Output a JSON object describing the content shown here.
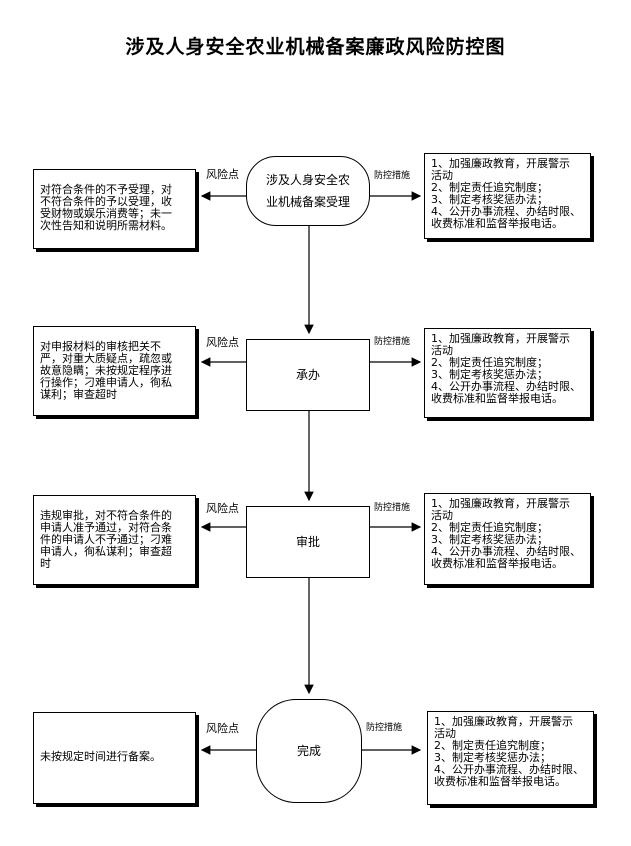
{
  "title": "涉及人身安全农业机械备案廉政风险防控图",
  "labels": {
    "risk_point": "风险点",
    "control_measure": "防控措施"
  },
  "steps": [
    {
      "name": "涉及人身安全农\n业机械备案受理",
      "risk": "对符合条件的不予受理，对\n不符合条件的予以受理，收\n受财物或娱乐消费等；未一\n次性告知和说明所需材料。",
      "measures": "1、加强廉政教育，开展警示\n活动\n2、制定责任追究制度；\n3、制定考核奖惩办法；\n4、公开办事流程、办结时限、\n收费标准和监督举报电话。"
    },
    {
      "name": "承办",
      "risk": "对申报材料的审核把关不\n严，对重大质疑点，疏忽或\n故意隐瞒；未按规定程序进\n行操作；刁难申请人，徇私\n谋利；审查超时",
      "measures": "1、加强廉政教育，开展警示\n活动\n2、制定责任追究制度；\n3、制定考核奖惩办法；\n4、公开办事流程、办结时限、\n收费标准和监督举报电话。"
    },
    {
      "name": "审批",
      "risk": "违规审批，对不符合条件的\n申请人准予通过，对符合条\n件的申请人不予通过；刁难\n申请人，徇私谋利；审查超\n时",
      "measures": "1、加强廉政教育，开展警示\n活动\n2、制定责任追究制度；\n3、制定考核奖惩办法；\n4、公开办事流程、办结时限、\n收费标准和监督举报电话。"
    },
    {
      "name": "完成",
      "risk": "未按规定时间进行备案。",
      "measures": "1、加强廉政教育，开展警示\n活动\n2、制定责任追究制度；\n3、制定考核奖惩办法；\n4、公开办事流程、办结时限、\n收费标准和监督举报电话。"
    }
  ]
}
